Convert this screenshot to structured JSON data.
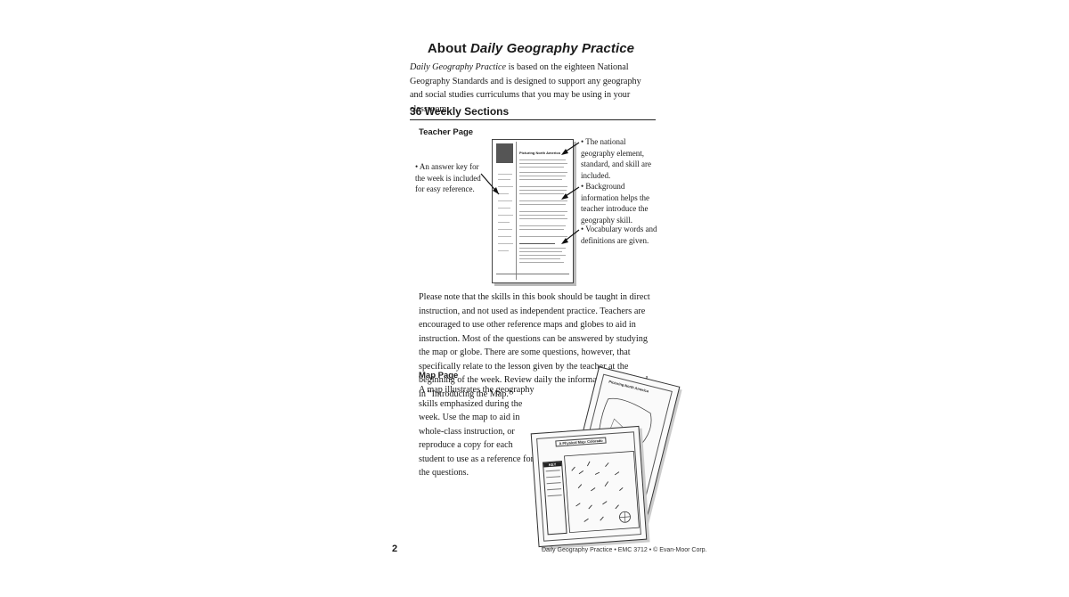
{
  "page": {
    "title_prefix": "About ",
    "title_italic": "Daily Geography Practice",
    "intro_italic": "Daily Geography Practice",
    "intro_rest": " is based on the eighteen National Geography Standards and is designed to support any geography and social studies curriculums that you may be using in your classroom.",
    "section_heading": "36 Weekly Sections",
    "teacher_page": {
      "heading": "Teacher Page",
      "left_note": "• An answer key for the week is included for easy reference.",
      "right_notes": [
        "• The national geography element, standard, and skill are included.",
        "• Background information helps the teacher introduce the geography skill.",
        "• Vocabulary words and definitions are given."
      ],
      "thumbnail_title": "Picturing North America"
    },
    "body_paragraph": "Please note that the skills in this book should be taught in direct instruction, and not used as independent practice. Teachers are encouraged to use other reference maps and globes to aid in instruction. Most of the questions can be answered by studying the map or globe. There are some questions, however, that specifically relate to the lesson given by the teacher at the beginning of the week. Review daily the information presented in \"Introducing the Map.\"",
    "map_page": {
      "heading": "Map Page",
      "text": "A map illustrates the geography skills emphasized during the week. Use the map to aid in whole-class instruction, or reproduce a copy for each student to use as a reference for the questions.",
      "back_map_title": "Picturing North America",
      "front_map_title": "A Physical Map: Colorado",
      "key_label": "KEY"
    },
    "footer": {
      "page_number": "2",
      "credit": "Daily Geography Practice • EMC 3712 • © Evan-Moor Corp."
    }
  }
}
